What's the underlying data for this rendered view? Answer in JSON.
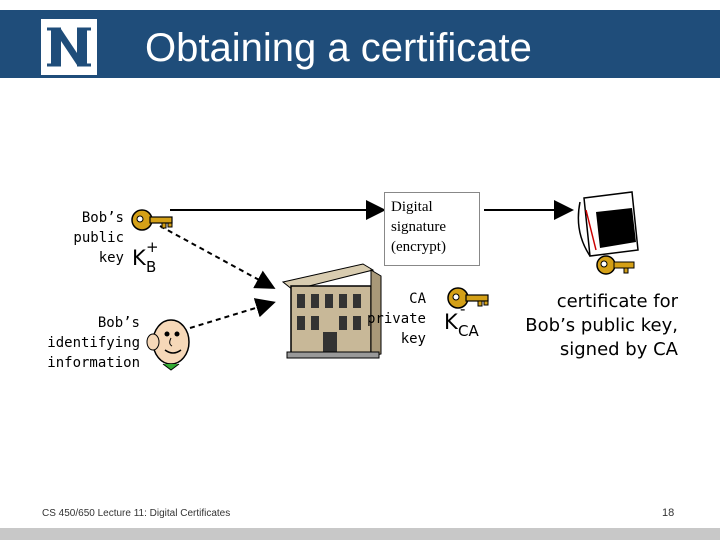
{
  "header": {
    "title": "Obtaining a certificate",
    "logo_letter": "N"
  },
  "labels": {
    "bob_public": [
      "Bob’s",
      "public",
      "key"
    ],
    "kb_main": "K",
    "kb_sub": "B",
    "kb_sup": "+",
    "bob_identifying": [
      "Bob’s",
      "identifying",
      "information"
    ],
    "ca_private": [
      "CA",
      "private",
      "key"
    ],
    "kca_main": "K",
    "kca_sub": "CA",
    "kca_sup": "-",
    "signature_box": [
      "Digital",
      "signature",
      "(encrypt)"
    ],
    "certificate": [
      "certificate for",
      "Bob’s public key,",
      "signed by CA"
    ]
  },
  "footer": {
    "course": "CS 450/650 Lecture 11: Digital Certificates",
    "page": "18"
  },
  "colors": {
    "header_band": "#1f4d7a",
    "key_gold": "#d4a017",
    "building": "#b8a888"
  }
}
